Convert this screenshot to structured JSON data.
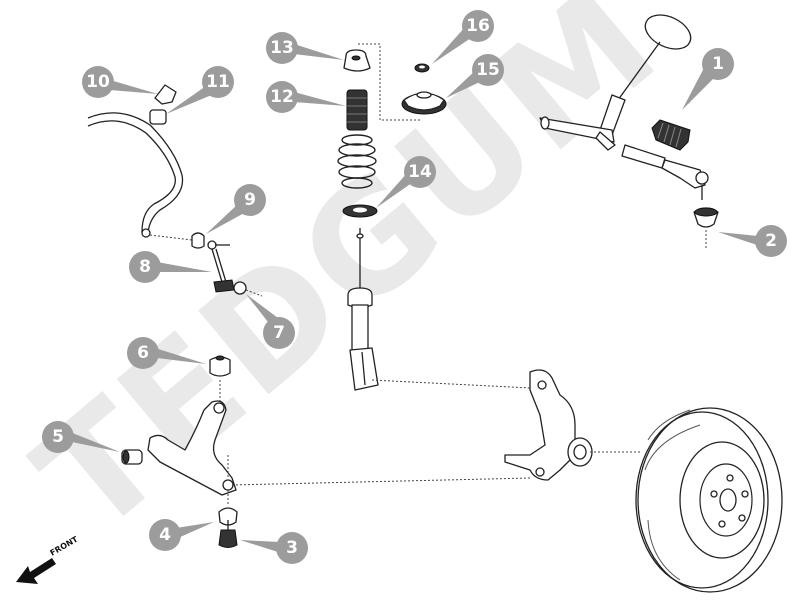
{
  "watermark": "TEDGUM",
  "front_label": "FRONT",
  "callouts": [
    "1",
    "2",
    "3",
    "4",
    "5",
    "6",
    "7",
    "8",
    "9",
    "10",
    "11",
    "12",
    "13",
    "14",
    "15",
    "16"
  ],
  "colors": {
    "callout": "#9c9c9c",
    "watermark": "#e9e9e9",
    "line": "#222222"
  }
}
